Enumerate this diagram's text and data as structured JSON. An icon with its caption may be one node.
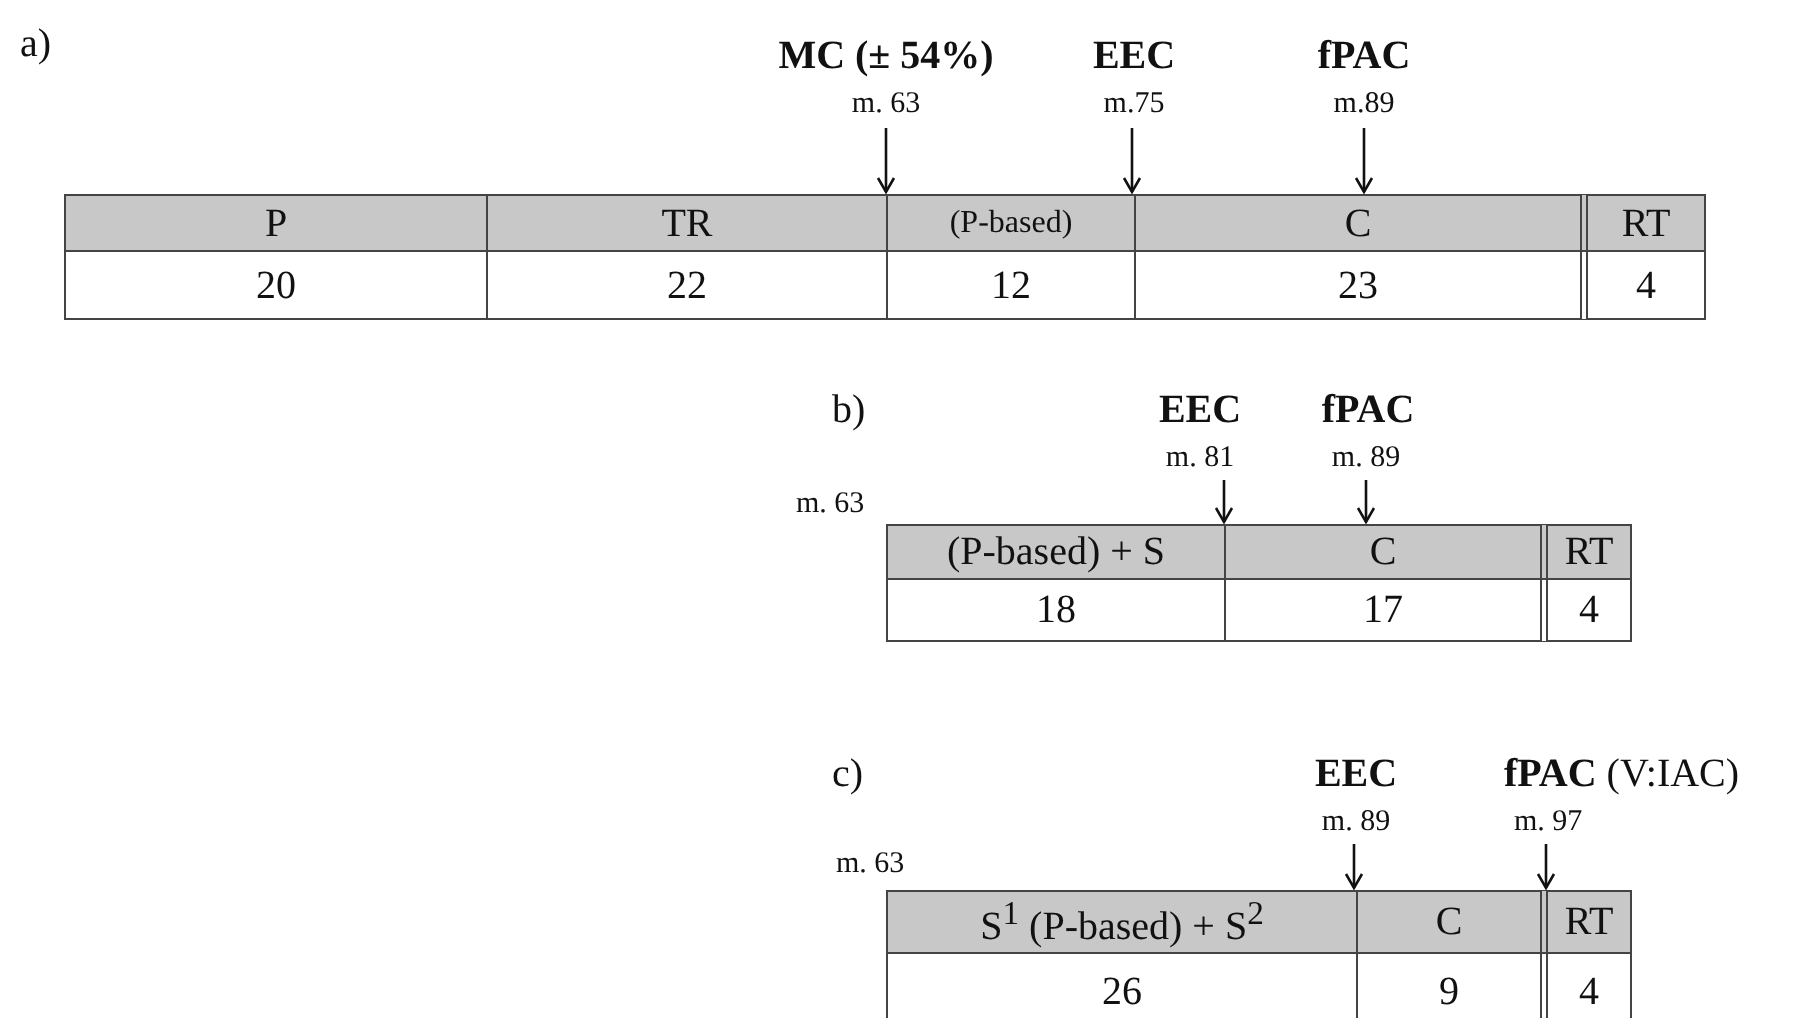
{
  "diagram": {
    "labels": [
      "a)",
      "MC (± 54%)",
      "EEC",
      "fPAC",
      "m. 63",
      "m.75",
      "m.89",
      "P",
      "TR",
      "(P-based)",
      "C",
      "RT",
      "20",
      "22",
      "12",
      "23",
      "4",
      "b)",
      "EEC",
      "fPAC",
      "m. 81",
      "m. 89",
      "m. 63",
      "(P-based) + S",
      "C",
      "RT",
      "18",
      "17",
      "4",
      "c)",
      "EEC",
      "**fPAC** (V:IAC)",
      "m. 89",
      "m. 97",
      "m. 63",
      "S$^{1}$ (P-based) + S$^{2}$",
      "C",
      "RT",
      "26",
      "9",
      "4"
    ]
  }
}
